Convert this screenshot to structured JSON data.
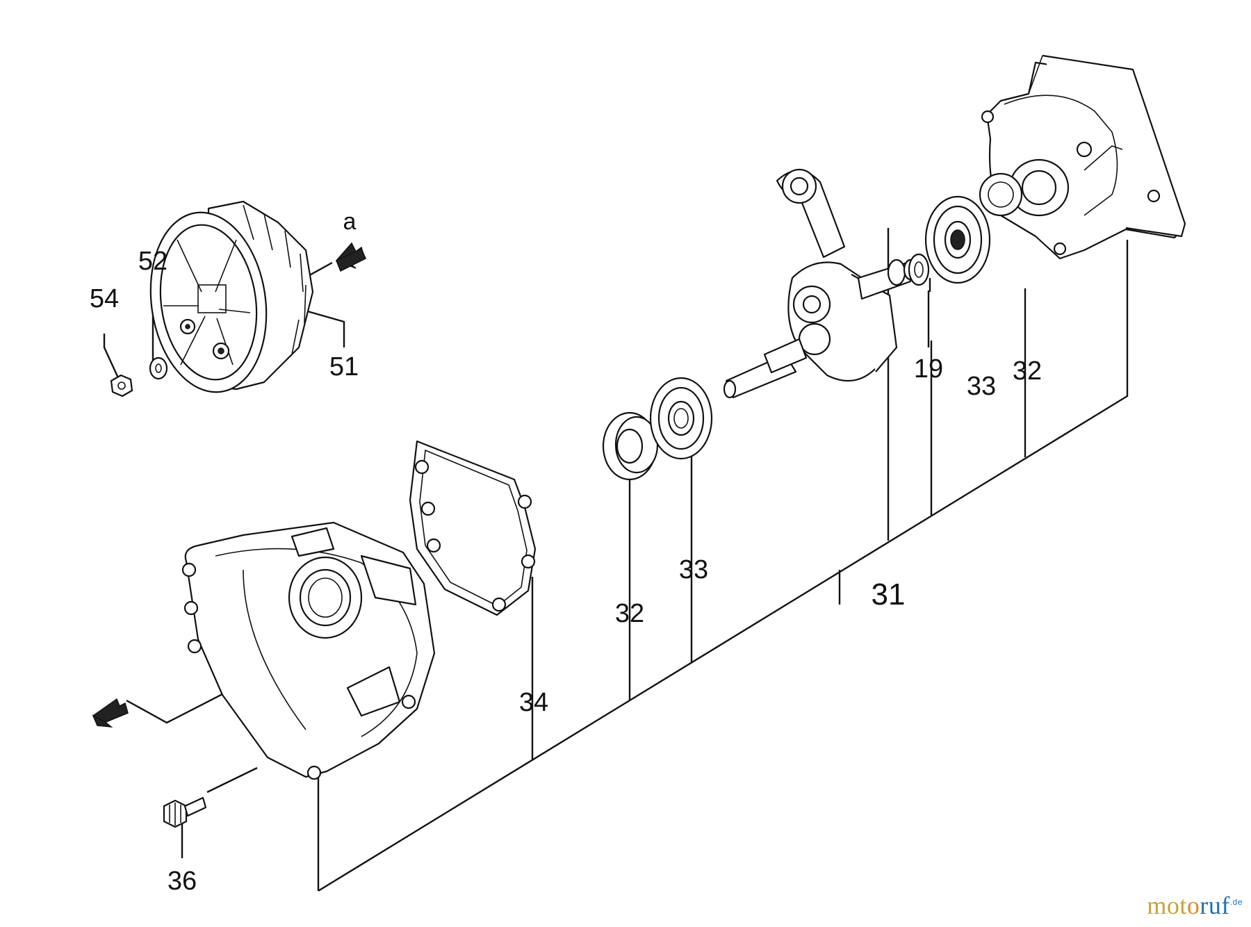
{
  "parts": [
    {
      "key": "p54",
      "label": "54"
    },
    {
      "key": "p52",
      "label": "52"
    },
    {
      "key": "p51",
      "label": "51"
    },
    {
      "key": "pa",
      "label": "a"
    },
    {
      "key": "p19",
      "label": "19"
    },
    {
      "key": "p33a",
      "label": "33"
    },
    {
      "key": "p32a",
      "label": "32"
    },
    {
      "key": "p32b",
      "label": "32"
    },
    {
      "key": "p33b",
      "label": "33"
    },
    {
      "key": "p31",
      "label": "31"
    },
    {
      "key": "p34",
      "label": "34"
    },
    {
      "key": "p36",
      "label": "36"
    }
  ],
  "watermark": {
    "part1": "mot",
    "part2": "o",
    "part3": "ruf",
    "suffix": ".de"
  }
}
